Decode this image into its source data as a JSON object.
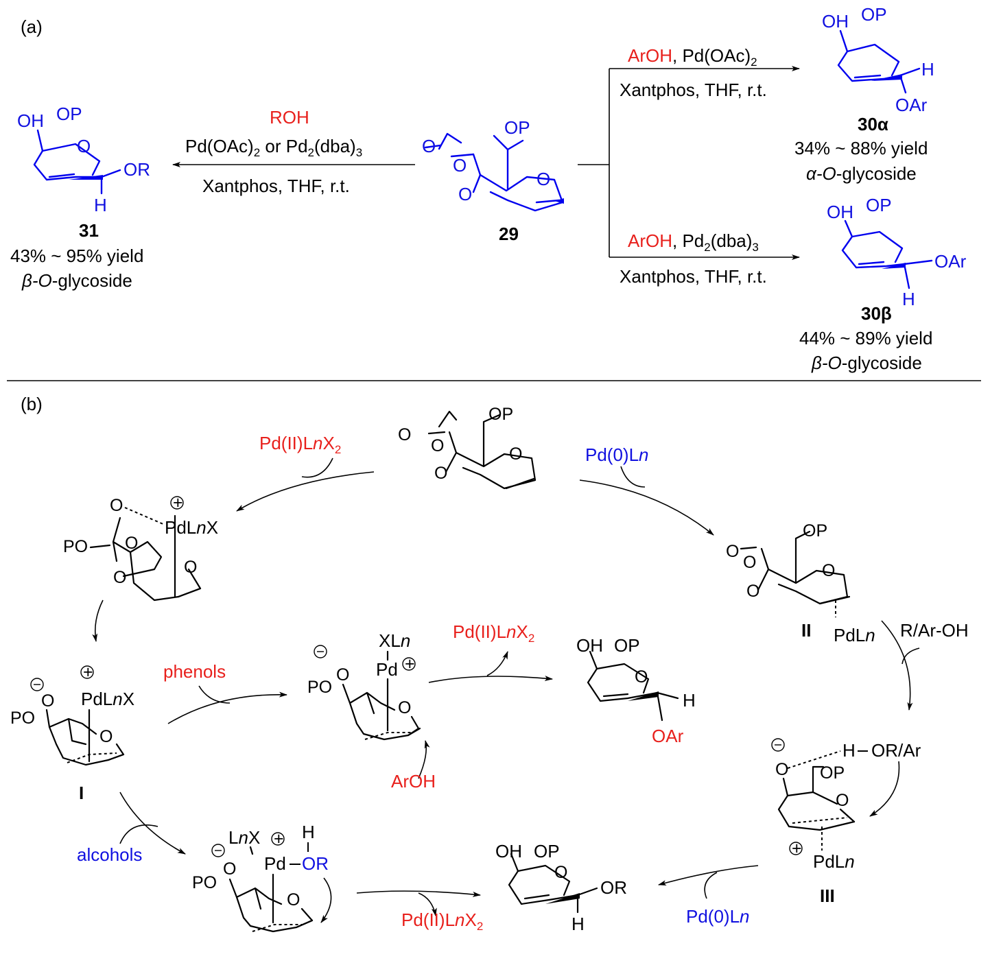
{
  "panel_a": {
    "label": "(a)",
    "left": {
      "reagent_red": "ROH",
      "reagent_line2_a": "Pd(OAc)",
      "reagent_line2_sub1": "2",
      "reagent_line2_b": " or Pd",
      "reagent_line2_sub2": "2",
      "reagent_line2_c": "(dba)",
      "reagent_line2_sub3": "3",
      "conditions": "Xantphos, THF, r.t.",
      "compound": "31",
      "yield": "43% ~ 95% yield",
      "glyco_prefix": "β-O",
      "glyco_suffix": "-glycoside",
      "oh_label": "OH",
      "op_label": "OP",
      "o_label": "O",
      "or_label": "OR",
      "h_label": "H"
    },
    "center": {
      "compound": "29",
      "op_label": "OP",
      "o_label": "O"
    },
    "right_top": {
      "reagent_red": "ArOH",
      "reagent_black": ", Pd(OAc)",
      "reagent_sub": "2",
      "conditions": "Xantphos, THF, r.t.",
      "compound": "30α",
      "yield": "34% ~ 88% yield",
      "glyco_prefix": "α-O",
      "glyco_suffix": "-glycoside",
      "oh_label": "OH",
      "op_label": "OP",
      "h_label": "H",
      "oar_label": "OAr"
    },
    "right_bottom": {
      "reagent_red": "ArOH",
      "reagent_black": ", Pd",
      "reagent_sub": "2",
      "reagent_black2": "(dba)",
      "reagent_sub2": "3",
      "conditions": "Xantphos, THF, r.t.",
      "compound": "30β",
      "yield": "44% ~ 89% yield",
      "glyco_prefix": "β-O",
      "glyco_suffix": "-glycoside",
      "oh_label": "OH",
      "op_label": "OP",
      "h_label": "H",
      "oar_label": "OAr"
    }
  },
  "panel_b": {
    "label": "(b)",
    "pd2_top": "Pd(II)L",
    "pd0_top": "Pd(0)L",
    "n": "n",
    "x2": "X",
    "two": "2",
    "op": "OP",
    "po": "PO",
    "o": "O",
    "pdlnx": "PdL",
    "pdln": "PdL",
    "xln": "XL",
    "pd": "Pd",
    "lnx": "L",
    "phenols": "phenols",
    "alcohols": "alcohols",
    "arohbelow": "ArOH",
    "raroh": "R/Ar-OH",
    "hor": "H",
    "orar": "OR/Ar",
    "h": "H",
    "or": "OR",
    "oar": "OAr",
    "oh": "OH",
    "int_I": "I",
    "int_II": "II",
    "int_III": "III"
  },
  "colors": {
    "red": "#e8201c",
    "blue": "#1010e0"
  }
}
